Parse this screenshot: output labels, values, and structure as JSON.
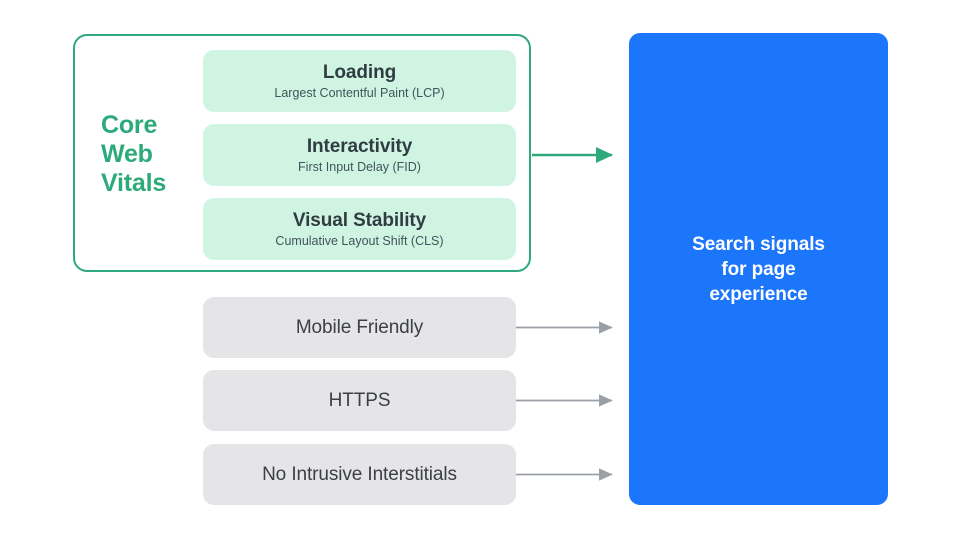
{
  "diagram": {
    "title": "Core Web Vitals and search signals for page experience",
    "background": "#FFFFFF",
    "colors": {
      "green_accent": "#2EA97B",
      "green_card_fill": "#CFF5E2",
      "gray_card_fill": "#E5E5E7",
      "blue_panel": "#1B76FB",
      "dark_text": "#313C42",
      "gray_arrow": "#9AA0A6",
      "white_text": "#FFFFFF"
    }
  },
  "core_web_vitals": {
    "group_label_lines": [
      "Core",
      "Web",
      "Vitals"
    ],
    "group_label": "Core Web Vitals",
    "metrics": [
      {
        "title": "Loading",
        "subtitle": "Largest Contentful Paint (LCP)",
        "abbrev": "LCP"
      },
      {
        "title": "Interactivity",
        "subtitle": "First Input Delay (FID)",
        "abbrev": "FID"
      },
      {
        "title": "Visual Stability",
        "subtitle": "Cumulative Layout Shift (CLS)",
        "abbrev": "CLS"
      }
    ]
  },
  "other_signals": [
    {
      "label": "Mobile Friendly"
    },
    {
      "label": "HTTPS"
    },
    {
      "label": "No Intrusive Interstitials"
    }
  ],
  "destination": {
    "text": "Search signals\nfor page\nexperience"
  },
  "connectors": [
    {
      "name": "core-web-vitals-arrow",
      "color": "#2EA97B",
      "from": "core-web-vitals-group",
      "to": "destination-panel"
    },
    {
      "name": "mobile-friendly-arrow",
      "color": "#9AA0A6",
      "from": "signal-mobile-friendly",
      "to": "destination-panel"
    },
    {
      "name": "https-arrow",
      "color": "#9AA0A6",
      "from": "signal-https",
      "to": "destination-panel"
    },
    {
      "name": "no-intrusive-interstitials-arrow",
      "color": "#9AA0A6",
      "from": "signal-no-intrusive-interstitials",
      "to": "destination-panel"
    }
  ]
}
